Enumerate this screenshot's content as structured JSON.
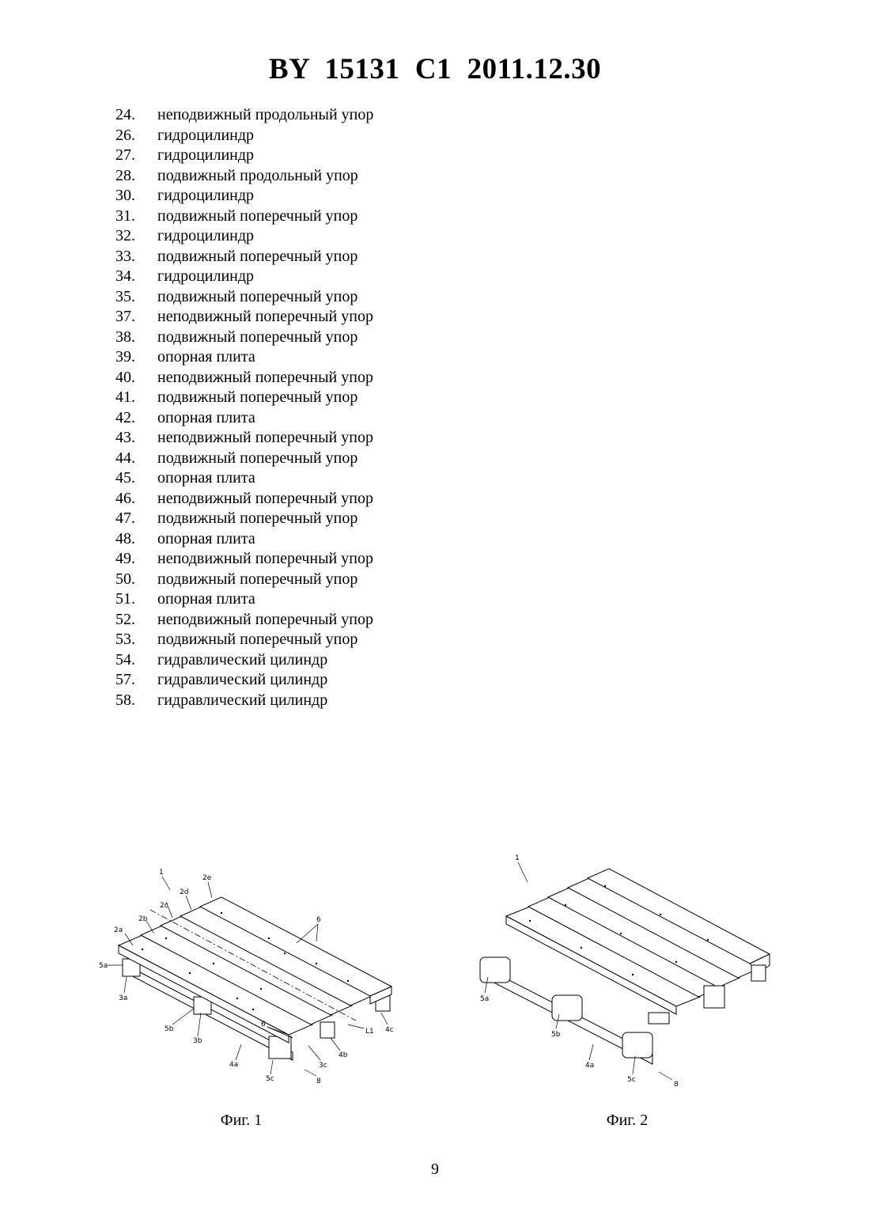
{
  "header": {
    "title": "BY  15131  C1  2011.12.30"
  },
  "legend": [
    {
      "num": "24.",
      "text": "неподвижный продольный упор"
    },
    {
      "num": "26.",
      "text": "гидроцилиндр"
    },
    {
      "num": "27.",
      "text": "гидроцилиндр"
    },
    {
      "num": "28.",
      "text": "подвижный продольный упор"
    },
    {
      "num": "30.",
      "text": "гидроцилиндр"
    },
    {
      "num": "31.",
      "text": "подвижный поперечный упор"
    },
    {
      "num": "32.",
      "text": "гидроцилиндр"
    },
    {
      "num": "33.",
      "text": "подвижный поперечный упор"
    },
    {
      "num": "34.",
      "text": "гидроцилиндр"
    },
    {
      "num": "35.",
      "text": "подвижный поперечный упор"
    },
    {
      "num": "37.",
      "text": "неподвижный поперечный упор"
    },
    {
      "num": "38.",
      "text": "подвижный поперечный упор"
    },
    {
      "num": "39.",
      "text": "опорная плита"
    },
    {
      "num": "40.",
      "text": "неподвижный поперечный упор"
    },
    {
      "num": "41.",
      "text": "подвижный поперечный упор"
    },
    {
      "num": "42.",
      "text": "опорная плита"
    },
    {
      "num": "43.",
      "text": "неподвижный поперечный упор"
    },
    {
      "num": "44.",
      "text": "подвижный поперечный упор"
    },
    {
      "num": "45.",
      "text": "опорная плита"
    },
    {
      "num": "46.",
      "text": "неподвижный поперечный упор"
    },
    {
      "num": "47.",
      "text": "подвижный поперечный упор"
    },
    {
      "num": "48.",
      "text": "опорная плита"
    },
    {
      "num": "49.",
      "text": "неподвижный поперечный упор"
    },
    {
      "num": "50.",
      "text": "подвижный поперечный упор"
    },
    {
      "num": "51.",
      "text": "опорная плита"
    },
    {
      "num": "52.",
      "text": "неподвижный поперечный упор"
    },
    {
      "num": "53.",
      "text": "подвижный поперечный упор"
    },
    {
      "num": "54.",
      "text": "гидравлический цилиндр"
    },
    {
      "num": "57.",
      "text": "гидравлический цилиндр"
    },
    {
      "num": "58.",
      "text": "гидравлический цилиндр"
    }
  ],
  "figures": {
    "fig1": {
      "caption": "Фиг. 1",
      "labels": {
        "l1": "1",
        "l2e": "2e",
        "l2d": "2d",
        "l2c": "2c",
        "l2b": "2b",
        "l2a": "2a",
        "l6top": "6",
        "l5a": "5a",
        "l3a": "3a",
        "l5b": "5b",
        "l3b": "3b",
        "l6bot": "6",
        "lL1": "L1",
        "l4c": "4c",
        "l4b": "4b",
        "l3c": "3c",
        "l4a": "4a",
        "l5c": "5c",
        "l8": "8"
      }
    },
    "fig2": {
      "caption": "Фиг. 2",
      "labels": {
        "l1": "1",
        "l5a": "5a",
        "l5b": "5b",
        "l4a": "4a",
        "l5c": "5c",
        "l8": "8"
      }
    }
  },
  "page_number": "9"
}
